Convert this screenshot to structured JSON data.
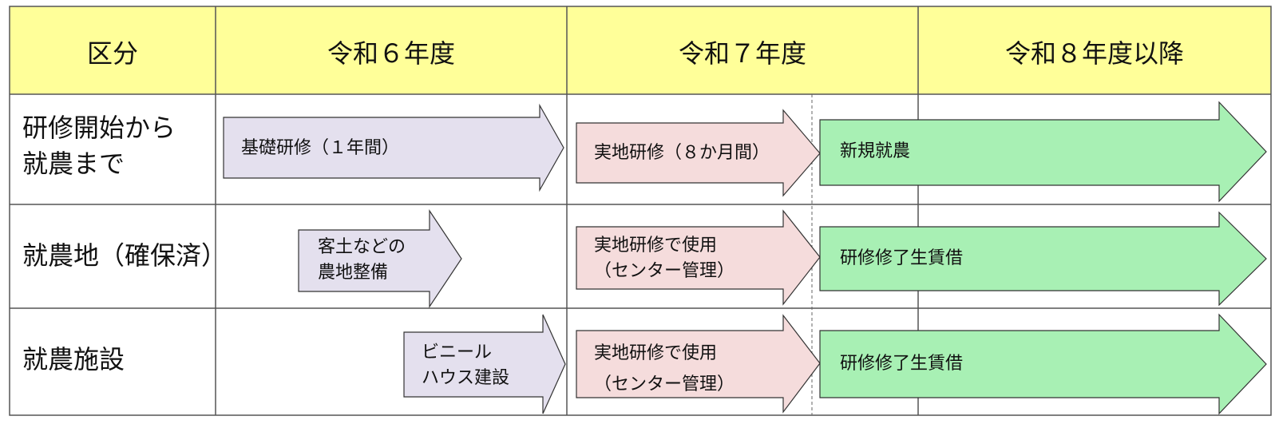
{
  "header": {
    "category": "区分",
    "year1": "令和６年度",
    "year2": "令和７年度",
    "year3": "令和８年度以降"
  },
  "rows": [
    {
      "label": "研修開始から\n就農まで"
    },
    {
      "label": "就農地（確保済）"
    },
    {
      "label": "就農施設"
    }
  ],
  "arrows": {
    "r1_a": "基礎研修（１年間）",
    "r1_b": "実地研修（８か月間）",
    "r1_c": "新規就農",
    "r2_a": "客土などの\n農地整備",
    "r2_b": "実地研修で使用\n（センター管理）",
    "r2_c": "研修修了生賃借",
    "r3_a": "ビニール\nハウス建設",
    "r3_b": "実地研修で使用\n（センター管理）",
    "r3_c": "研修修了生賃借"
  },
  "colors": {
    "header_bg": "#ffff99",
    "arrow_purple": "#e4e0ee",
    "arrow_pink": "#f5dcdc",
    "arrow_green": "#a8f0b4"
  }
}
